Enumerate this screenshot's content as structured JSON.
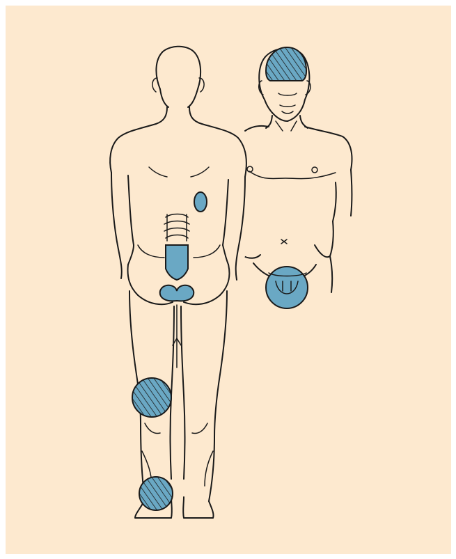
{
  "colors": {
    "background": "#fde9cf",
    "highlight": "#6aa8c4",
    "outline": "#1a1a1a"
  },
  "figures": [
    {
      "name": "back-view-figure",
      "view": "back"
    },
    {
      "name": "front-view-figure",
      "view": "front"
    }
  ],
  "highlighted_regions": [
    {
      "name": "forehead",
      "pattern": "hatched"
    },
    {
      "name": "lower-back-kidney",
      "pattern": "solid"
    },
    {
      "name": "sacrum",
      "pattern": "solid"
    },
    {
      "name": "buttocks-anal",
      "pattern": "solid"
    },
    {
      "name": "genitals",
      "pattern": "solid"
    },
    {
      "name": "back-of-knee",
      "pattern": "hatched"
    },
    {
      "name": "heel-ankle",
      "pattern": "hatched"
    }
  ]
}
